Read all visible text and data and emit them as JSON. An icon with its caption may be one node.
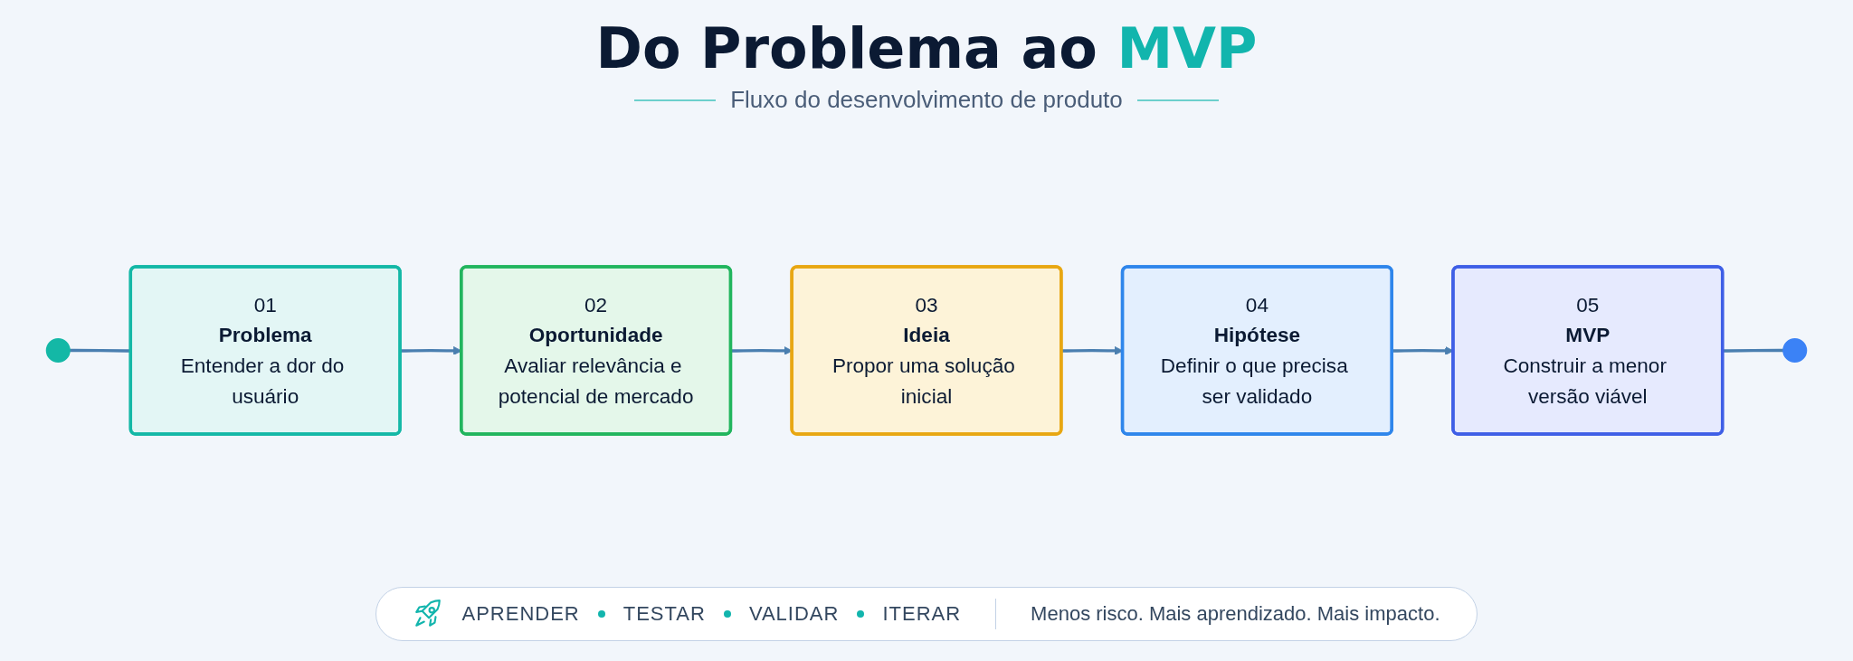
{
  "diagram": {
    "title": "Do Problema ao MVP",
    "nodes": [
      {
        "text": [],
        "shape": "circle"
      },
      {
        "text": [
          "01",
          "Problema",
          "Entender a dor do usuário"
        ]
      },
      {
        "text": [
          "02",
          "Oportunidade",
          "Avaliar relevância e potencial de mercado"
        ]
      },
      {
        "text": [
          "03",
          "Ideia",
          "Propor uma solução inicial"
        ]
      },
      {
        "text": [
          "04",
          "Hipótese",
          "Definir o que precisa ser validado"
        ]
      },
      {
        "text": [
          "05",
          "MVP",
          "Construir a menor versão viável"
        ]
      },
      {
        "text": [],
        "shape": "circle"
      }
    ],
    "edges": [
      {
        "from": 0,
        "to": 1,
        "arrow": "none"
      },
      {
        "from": 1,
        "to": 2,
        "arrow": "to"
      },
      {
        "from": 2,
        "to": 3,
        "arrow": "to"
      },
      {
        "from": 3,
        "to": 4,
        "arrow": "to"
      },
      {
        "from": 4,
        "to": 5,
        "arrow": "to"
      },
      {
        "from": 5,
        "to": 6,
        "arrow": "none"
      }
    ],
    "labels": [
      "Fluxo do desenvolvimento de produto",
      "APRENDER",
      "TESTAR",
      "VALIDAR",
      "ITERAR",
      "Menos risco. Mais aprendizado. Mais impacto."
    ]
  }
}
